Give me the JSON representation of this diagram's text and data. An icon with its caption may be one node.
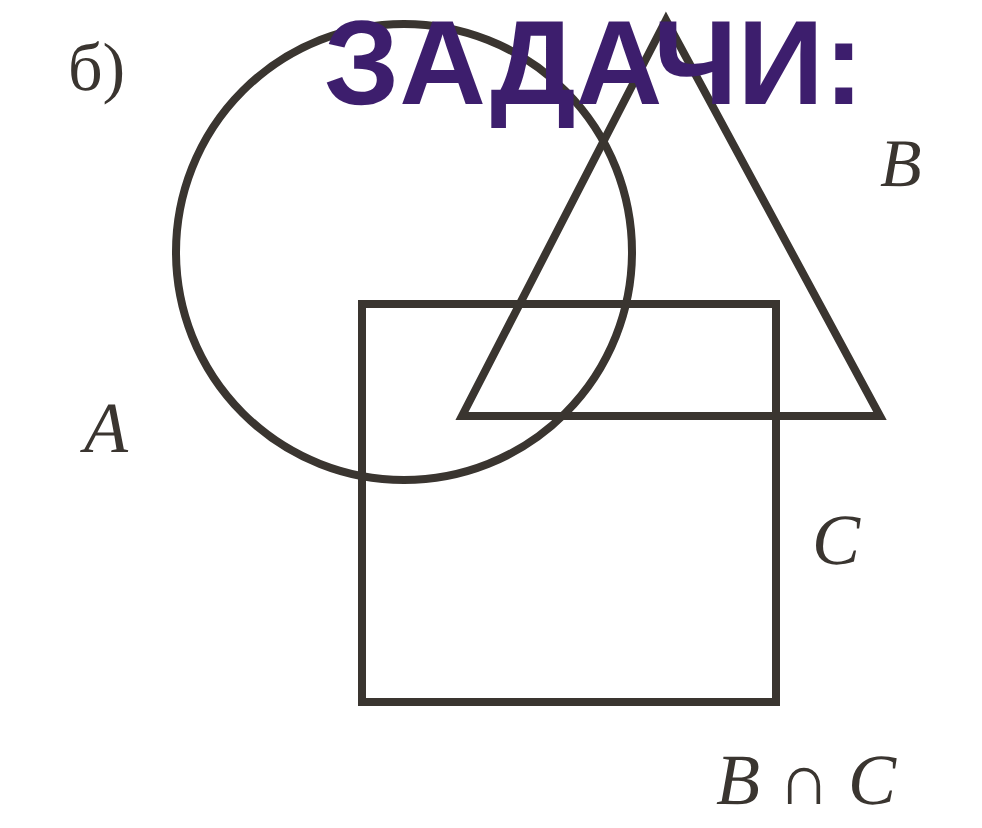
{
  "diagram": {
    "title": "ЗАДАЧИ:",
    "labels": [
      "б)",
      "B",
      "A",
      "C",
      "B ∩ C"
    ]
  }
}
